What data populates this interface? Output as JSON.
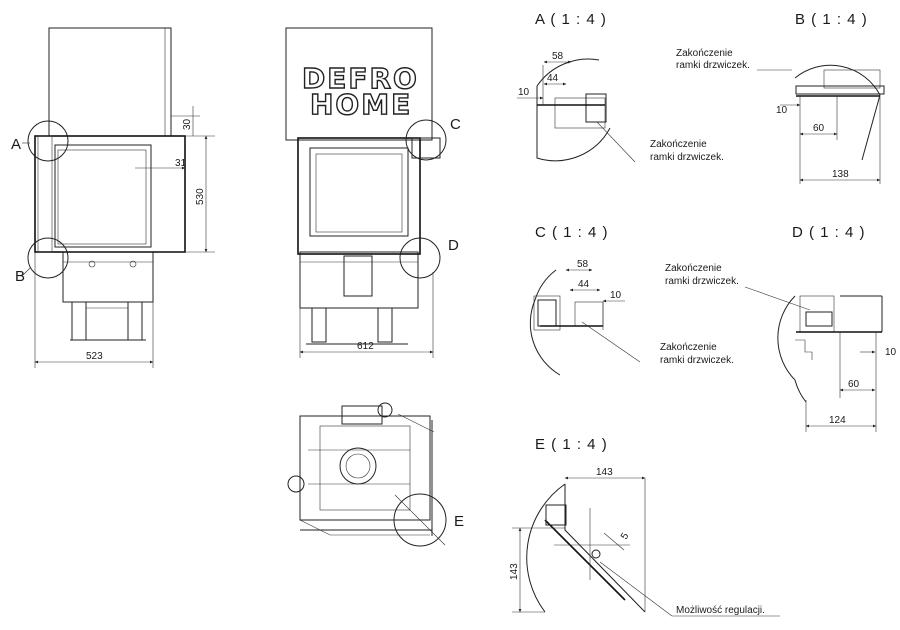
{
  "drawing": {
    "front_view": {
      "width_dim": "523",
      "height_dim": "530",
      "top_offset_dim": "30",
      "side_offset_dim": "31",
      "callout_a": "A",
      "callout_b": "B"
    },
    "side_view": {
      "width_dim": "612",
      "logo_line1": "DEFRO",
      "logo_line2": "HOME",
      "callout_c": "C",
      "callout_d": "D"
    },
    "top_view": {
      "callout_e": "E"
    },
    "detail_a": {
      "title": "A ( 1 : 4 )",
      "dim_58": "58",
      "dim_44": "44",
      "dim_10": "10",
      "note": [
        "Zakończenie",
        "ramki drzwiczek."
      ]
    },
    "detail_b": {
      "title": "B ( 1 : 4 )",
      "dim_10": "10",
      "dim_60": "60",
      "dim_138": "138",
      "note": [
        "Zakończenie",
        "ramki drzwiczek."
      ]
    },
    "detail_c": {
      "title": "C ( 1 : 4 )",
      "dim_58": "58",
      "dim_44": "44",
      "dim_10": "10",
      "note": [
        "Zakończenie",
        "ramki drzwiczek."
      ]
    },
    "detail_d": {
      "title": "D ( 1 : 4 )",
      "dim_10": "10",
      "dim_60": "60",
      "dim_124": "124",
      "note": [
        "Zakończenie",
        "ramki drzwiczek."
      ]
    },
    "detail_e": {
      "title": "E ( 1 : 4 )",
      "dim_143_h": "143",
      "dim_143_v": "143",
      "dim_5": "5",
      "note": "Możliwość regulacji."
    }
  }
}
